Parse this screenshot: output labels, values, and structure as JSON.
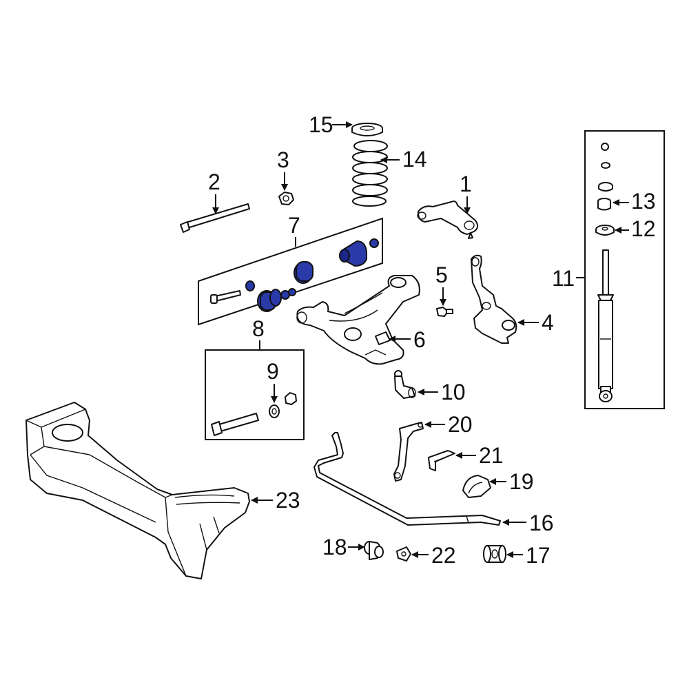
{
  "diagram": {
    "highlight_color": "#2a3aa8",
    "callouts": {
      "c1": "1",
      "c2": "2",
      "c3": "3",
      "c4": "4",
      "c5": "5",
      "c6": "6",
      "c7": "7",
      "c8": "8",
      "c9": "9",
      "c10": "10",
      "c11": "11",
      "c12": "12",
      "c13": "13",
      "c14": "14",
      "c15": "15",
      "c16": "16",
      "c17": "17",
      "c18": "18",
      "c19": "19",
      "c20": "20",
      "c21": "21",
      "c22": "22",
      "c23": "23"
    }
  }
}
